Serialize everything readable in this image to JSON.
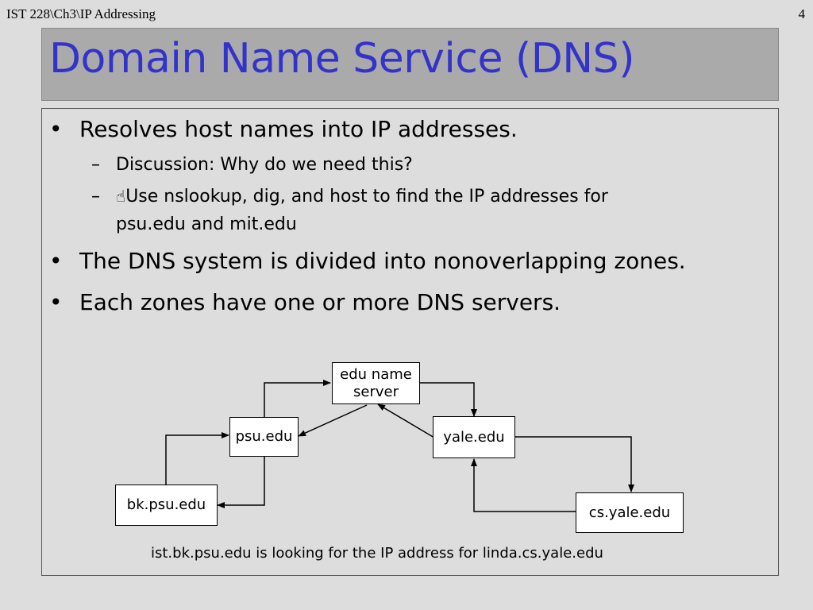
{
  "header": {
    "path": "IST 228\\Ch3\\IP Addressing",
    "page_number": "4"
  },
  "title": "Domain Name Service (DNS)",
  "bullets": [
    {
      "text": "Resolves host names into IP addresses.",
      "subs": [
        {
          "text": "Discussion: Why do we need this?"
        },
        {
          "text": "Use nslookup, dig, and host to find the IP addresses for",
          "text2": "psu.edu and mit.edu"
        }
      ]
    },
    {
      "text": "The DNS system is divided into nonoverlapping zones."
    },
    {
      "text": "Each zones have one or more DNS servers."
    }
  ],
  "markers": {
    "bullet": "•",
    "dash": "–",
    "hand_icon": "hand-pointer-icon"
  },
  "diagram": {
    "nodes": {
      "edu": "edu name server",
      "edu_line1": "edu name",
      "edu_line2": "server",
      "psu": "psu.edu",
      "yale": "yale.edu",
      "bkpsu": "bk.psu.edu",
      "csyale": "cs.yale.edu"
    },
    "caption": "ist.bk.psu.edu is looking for the IP address for linda.cs.yale.edu"
  }
}
